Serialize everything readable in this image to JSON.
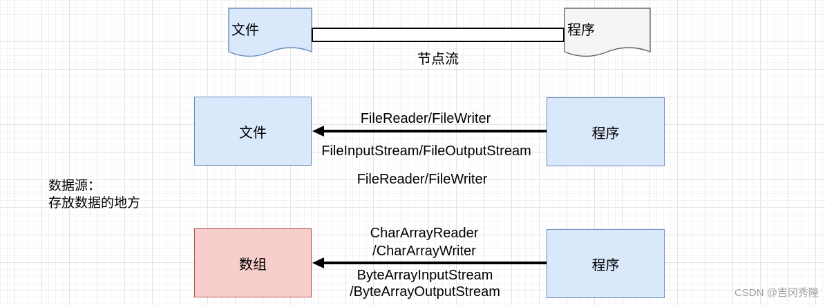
{
  "top": {
    "file_label": "文件",
    "program_label": "程序",
    "pipe_label": "节点流"
  },
  "middle": {
    "file_label": "文件",
    "program_label": "程序",
    "label_above_arrow": "FileReader/FileWriter",
    "label_below_arrow": "FileInputStream/FileOutputStream"
  },
  "standalone_label": "FileReader/FileWriter",
  "side_note": {
    "line1": "数据源：",
    "line2": "存放数据的地方"
  },
  "bottom": {
    "array_label": "数组",
    "program_label": "程序",
    "labels_above_arrow": [
      "CharArrayReader",
      "/CharArrayWriter"
    ],
    "labels_below_arrow": [
      "ByteArrayInputStream",
      "/ByteArrayOutputStream"
    ]
  },
  "watermark": "CSDN @吉冈秀隆",
  "colors": {
    "blue_fill": "#dae8fc",
    "blue_border": "#6c8ebf",
    "pink_fill": "#f8cecc",
    "pink_border": "#b85450",
    "gray_fill": "#f5f5f5",
    "gray_border": "#666666",
    "line_black": "#000000"
  }
}
